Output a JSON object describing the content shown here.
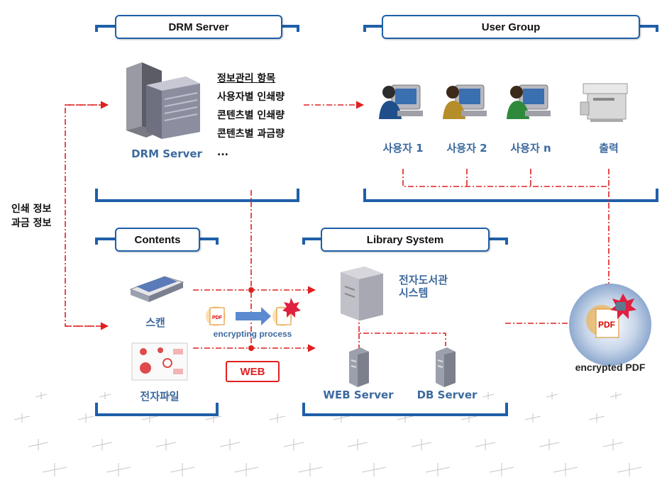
{
  "groups": {
    "drm_server": "DRM Server",
    "user_group": "User Group",
    "contents": "Contents",
    "library_system": "Library System"
  },
  "drm": {
    "server_label": "DRM Server",
    "info_header": "정보관리 항목",
    "info_items": [
      "사용자별 인쇄량",
      "콘텐츠별 인쇄량",
      "콘텐츠별 과금량",
      "..."
    ]
  },
  "users": {
    "user1": "사용자 1",
    "user2": "사용자 2",
    "usern": "사용자 n",
    "print": "출력"
  },
  "side_labels": {
    "print_info": "인쇄 정보",
    "billing_info": "과금 정보"
  },
  "contents": {
    "scan": "스캔",
    "efile": "전자파일"
  },
  "process": {
    "encrypting": "encrypting process",
    "web": "WEB"
  },
  "library": {
    "system_line1": "전자도서관",
    "system_line2": "시스템",
    "web_server": "WEB Server",
    "db_server": "DB Server"
  },
  "output": {
    "encrypted_pdf": "encrypted PDF"
  },
  "icon_labels": {
    "pdf_small": "PDF",
    "pdf_big": "PDF"
  },
  "colors": {
    "frame_blue": "#1f5fa8",
    "flow_red": "#e02020",
    "label_blue": "#3d6a9e"
  }
}
